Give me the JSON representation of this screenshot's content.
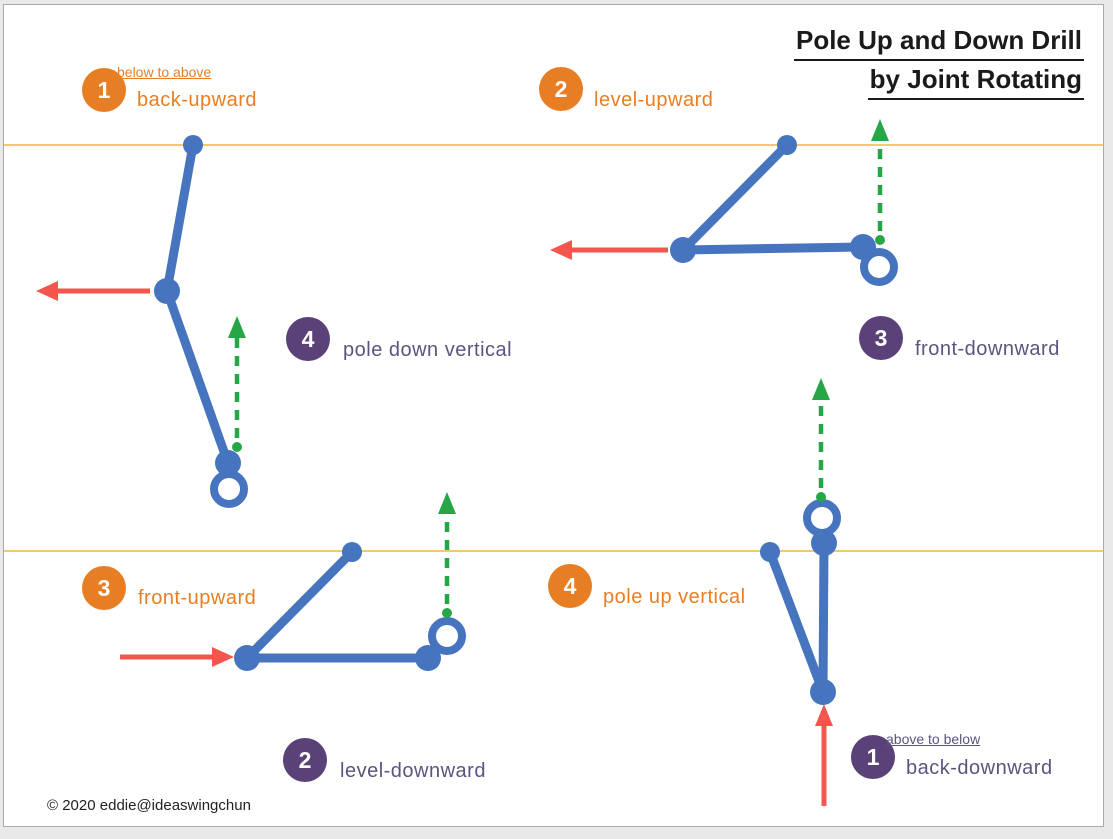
{
  "title": {
    "line1": "Pole Up and Down Drill ",
    "line2": "by Joint Rotating"
  },
  "footer": "© 2020 eddie@ideaswingchun",
  "colors": {
    "orange": "#E87E23",
    "purple": "#5A4178",
    "purple-text": "#5D537E",
    "blue": "#4674BE",
    "green": "#27A647",
    "red": "#F4564E",
    "gold": "#EDB83D",
    "ink": "#1A1A1A"
  },
  "steps": [
    {
      "number": "1",
      "theme": "orange",
      "note": "below to above",
      "label": "back-upward"
    },
    {
      "number": "2",
      "theme": "orange",
      "label": "level-upward"
    },
    {
      "number": "4",
      "theme": "purple",
      "label": "pole down vertical"
    },
    {
      "number": "3",
      "theme": "purple",
      "label": "front-downward"
    },
    {
      "number": "3",
      "theme": "orange",
      "label": "front-upward"
    },
    {
      "number": "4",
      "theme": "orange",
      "label": "pole up vertical"
    },
    {
      "number": "2",
      "theme": "purple",
      "label": "level-downward"
    },
    {
      "number": "1",
      "theme": "purple",
      "note": "above to below",
      "label": "back-downward"
    }
  ],
  "icons": {
    "red_arrow": "motion-direction-arrow",
    "green_dashed_arrow": "pole-tip-path-arrow",
    "gold_line": "reference-level-line",
    "pole_figure": "pole-with-joints"
  }
}
